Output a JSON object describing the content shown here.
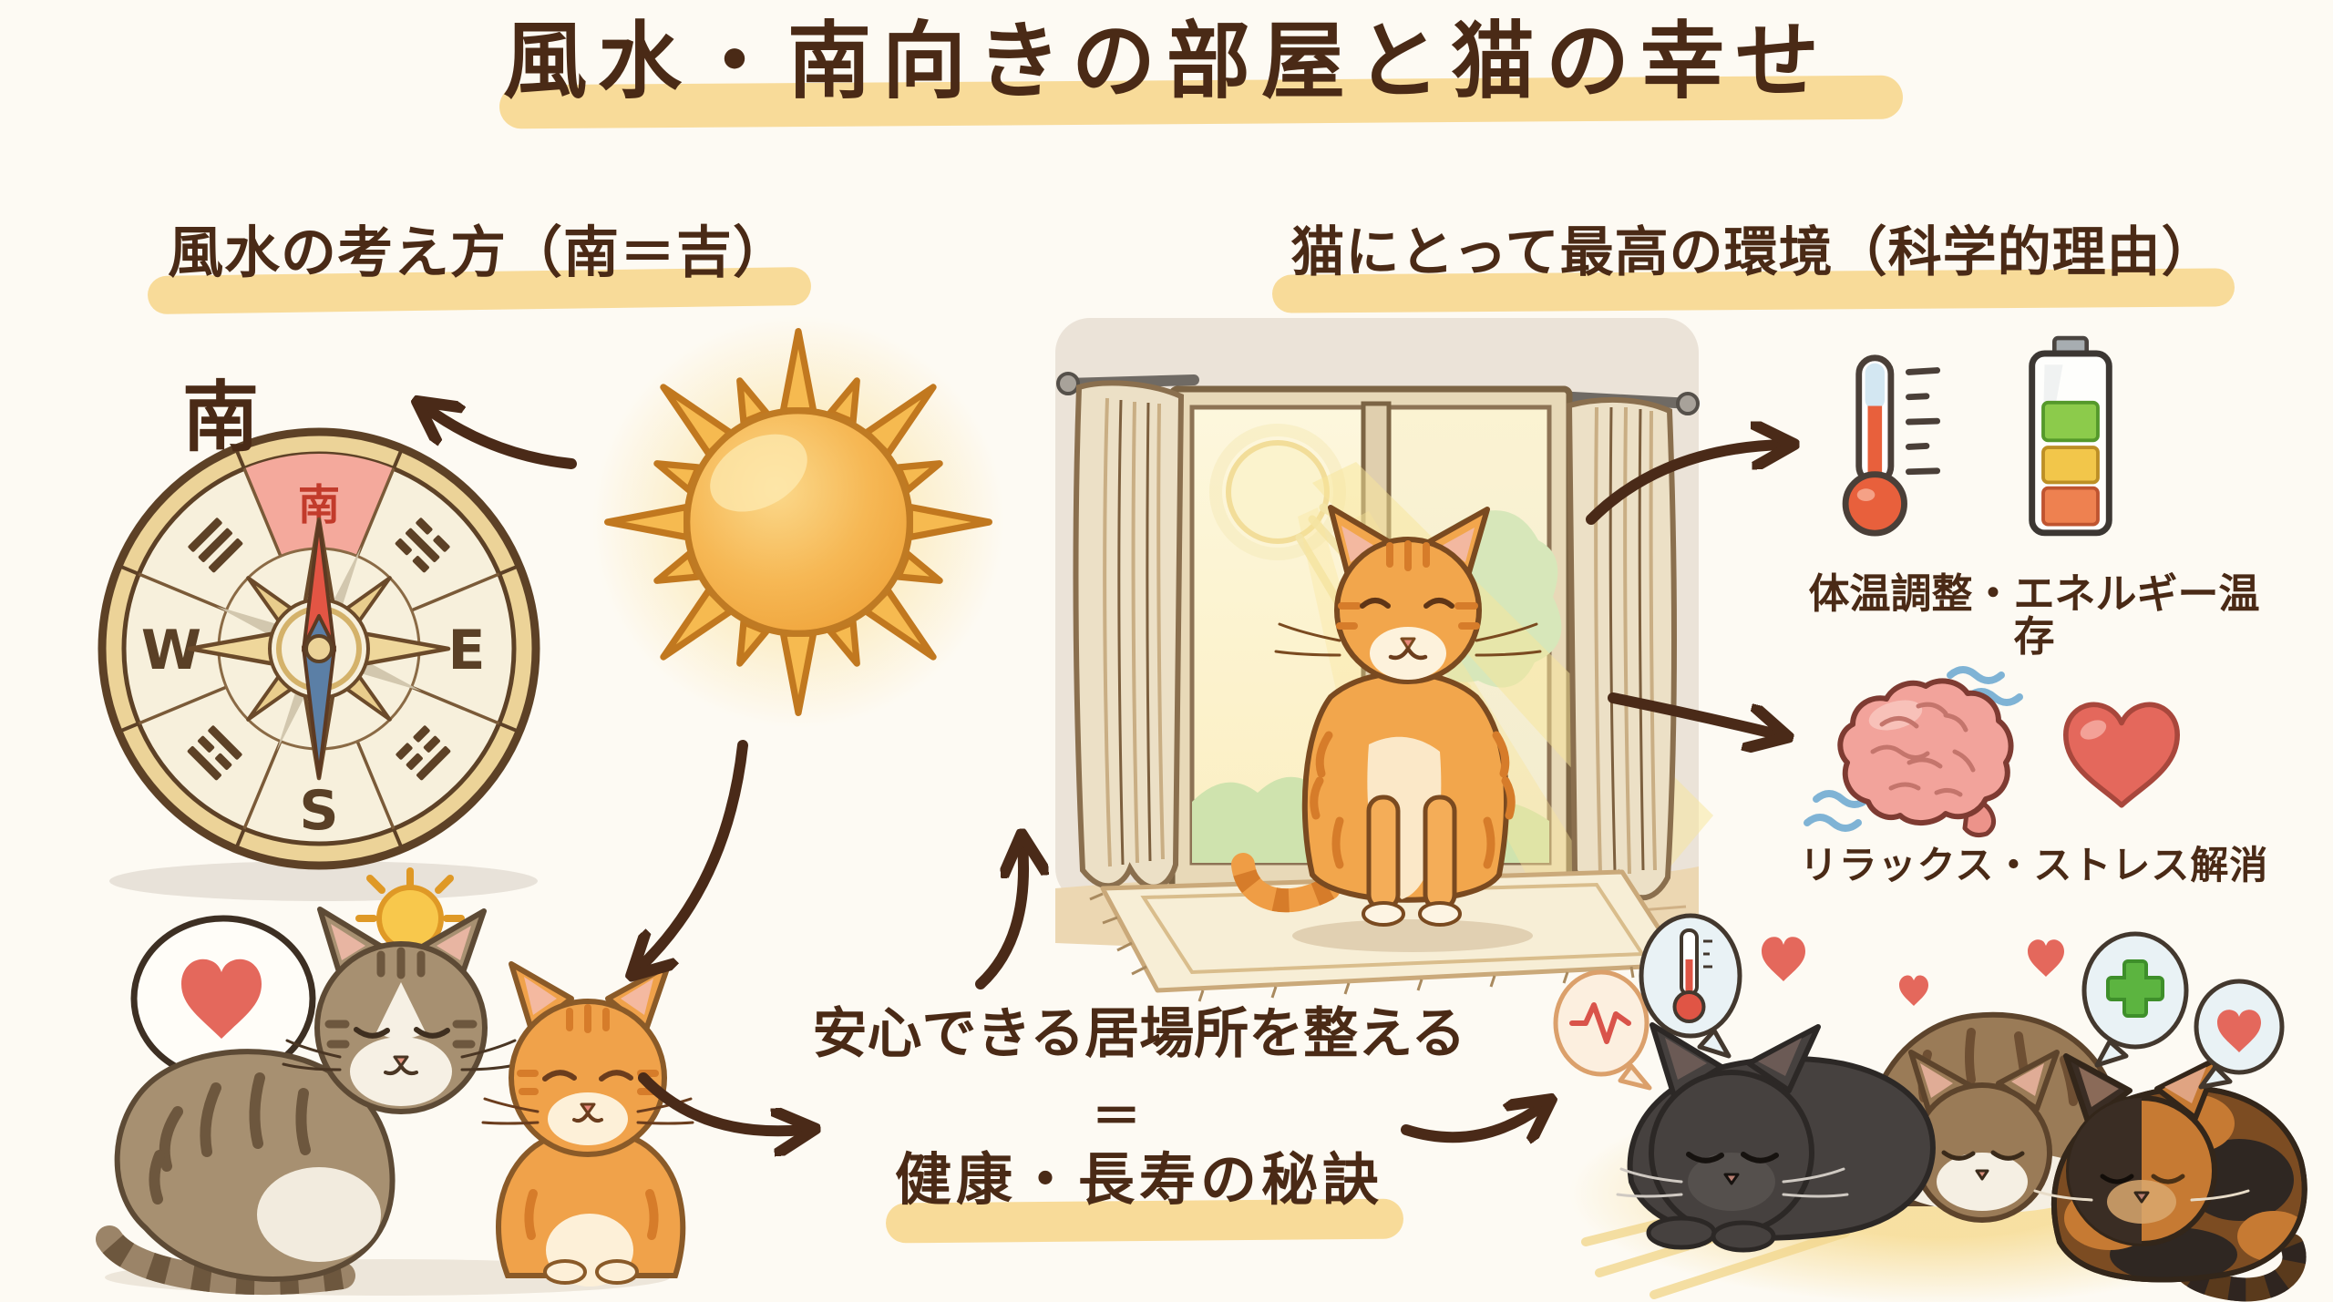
{
  "page": {
    "background": "#fdfaf3",
    "ink_color": "#4a2a16",
    "highlight_color": "#f6d382"
  },
  "title": {
    "text": "風水・南向きの部屋と猫の幸せ"
  },
  "left_section": {
    "heading": "風水の考え方（南＝吉）",
    "south_direction_label": "南",
    "compass": {
      "south_sector_label": "南",
      "west_label": "W",
      "east_label": "E",
      "south_label": "S",
      "sector_color": "#f4a99c"
    },
    "icons": [
      "compass",
      "sun-icon",
      "heart-speech-bubble-icon",
      "small-sun-icon"
    ]
  },
  "right_section": {
    "heading": "猫にとって最高の環境（科学的理由）",
    "benefits": [
      {
        "label": "体温調整・エネルギー温存",
        "icons": [
          "thermometer-icon",
          "battery-icon"
        ]
      },
      {
        "label": "リラックス・ストレス解消",
        "icons": [
          "brain-icon",
          "heart-icon"
        ]
      }
    ]
  },
  "conclusion": {
    "line1": "安心できる居場所を整える",
    "equals": "＝",
    "line2": "健康・長寿の秘訣"
  },
  "colors": {
    "battery_levels": [
      "#8ccb4b",
      "#f2c64a",
      "#ee8150"
    ],
    "needle_red": "#e35544",
    "needle_blue": "#5b7fa6",
    "heart_red": "#e4685c",
    "brain_pink": "#f2a39b",
    "cross_green": "#5cb440",
    "arrow_brown": "#4a2a18"
  }
}
